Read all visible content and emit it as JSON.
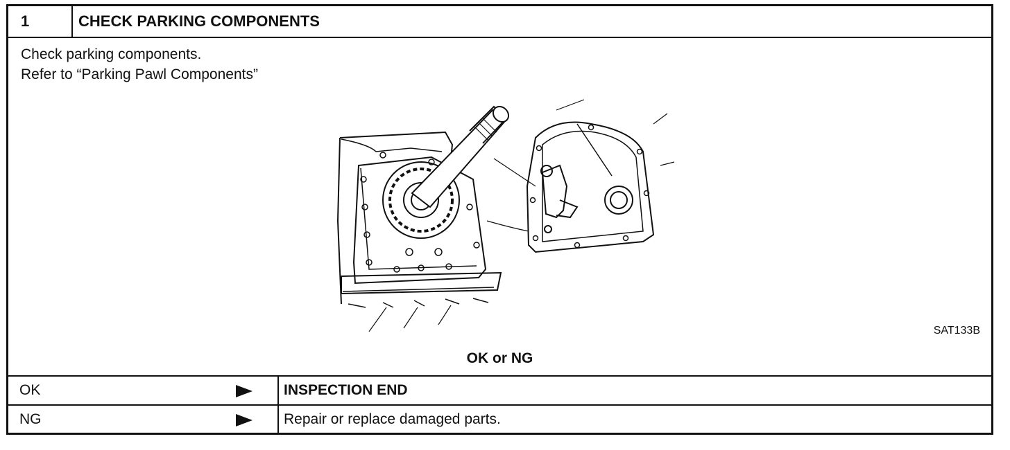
{
  "step": {
    "number": "1",
    "title": "CHECK PARKING COMPONENTS"
  },
  "instructions": {
    "line1": "Check parking components.",
    "line2": "Refer to “Parking Pawl Components”"
  },
  "figure": {
    "code": "SAT133B"
  },
  "result_question": "OK or NG",
  "results": [
    {
      "label": "OK",
      "action": "INSPECTION END"
    },
    {
      "label": "NG",
      "action": "Repair or replace damaged parts."
    }
  ],
  "icons": {
    "arrow": "right-triangle-arrow-icon"
  }
}
